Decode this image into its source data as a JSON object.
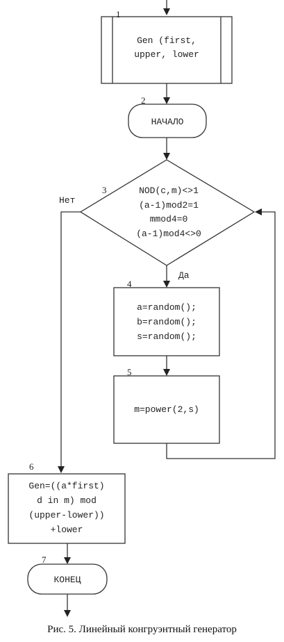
{
  "blocks": {
    "b1": {
      "number": "1",
      "lines": [
        "Gen (first,",
        "upper, lower"
      ]
    },
    "b2": {
      "number": "2",
      "lines": [
        "НАЧАЛО"
      ]
    },
    "b3": {
      "number": "3",
      "lines": [
        "NOD(c,m)<>1",
        "(a-1)mod2=1",
        "mmod4=0",
        "(a-1)mod4<>0"
      ]
    },
    "b4": {
      "number": "4",
      "lines": [
        "a=random();",
        "b=random();",
        "s=random();"
      ]
    },
    "b5": {
      "number": "5",
      "lines": [
        "m=power(2,s)"
      ]
    },
    "b6": {
      "number": "6",
      "lines": [
        "Gen=((a*first)",
        "d in m) mod",
        "(upper-lower))",
        "+lower"
      ]
    },
    "b7": {
      "number": "7",
      "lines": [
        "КОНЕЦ"
      ]
    }
  },
  "branches": {
    "no": "Нет",
    "yes": "Да"
  },
  "caption": "Рис. 5. Линейный конгруэнтный генератор"
}
